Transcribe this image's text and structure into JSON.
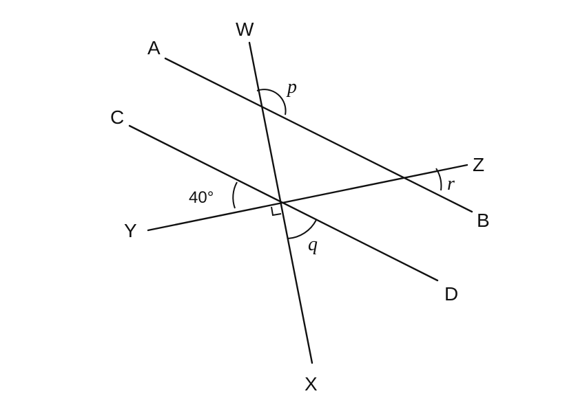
{
  "points": {
    "A": "A",
    "B": "B",
    "C": "C",
    "D": "D",
    "W": "W",
    "X": "X",
    "Y": "Y",
    "Z": "Z"
  },
  "angles": {
    "given": "40°",
    "p": "p",
    "q": "q",
    "r": "r"
  }
}
